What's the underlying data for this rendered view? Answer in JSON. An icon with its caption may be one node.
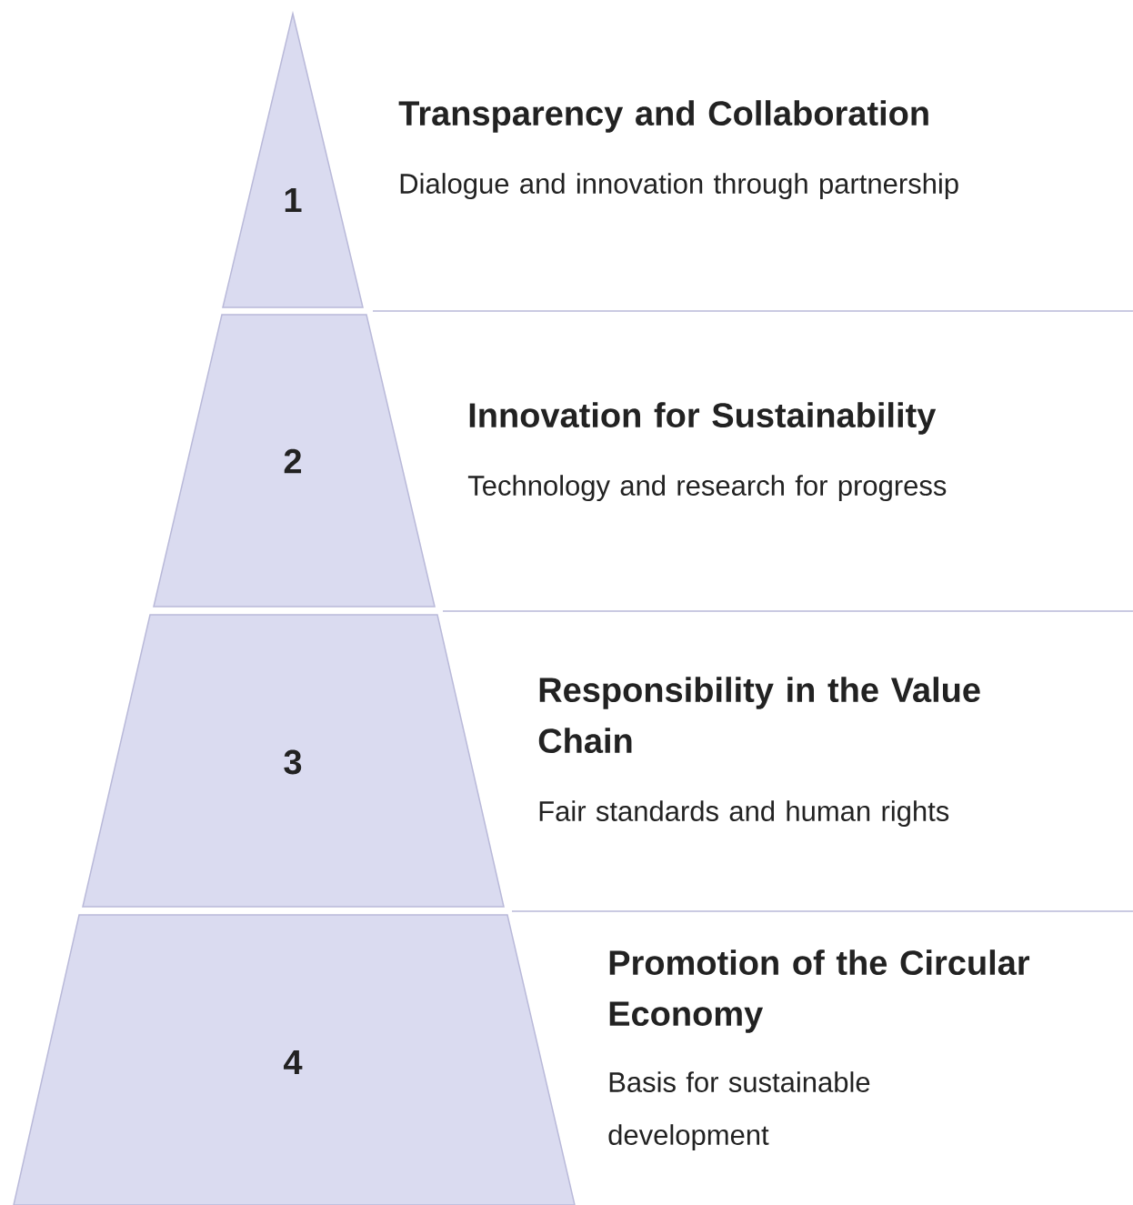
{
  "diagram": {
    "nodes": [
      {
        "text": [
          "1"
        ],
        "beside": [
          "Transparency and Collaboration",
          "Dialogue and innovation through partnership"
        ]
      },
      {
        "text": [
          "2"
        ],
        "beside": [
          "Innovation for Sustainability",
          "Technology and research for progress"
        ]
      },
      {
        "text": [
          "3"
        ],
        "beside": [
          "Responsibility in the Value Chain",
          "Fair standards and human rights"
        ]
      },
      {
        "text": [
          "4"
        ],
        "beside": [
          "Promotion of the Circular Economy",
          "Basis for sustainable development"
        ]
      }
    ]
  }
}
